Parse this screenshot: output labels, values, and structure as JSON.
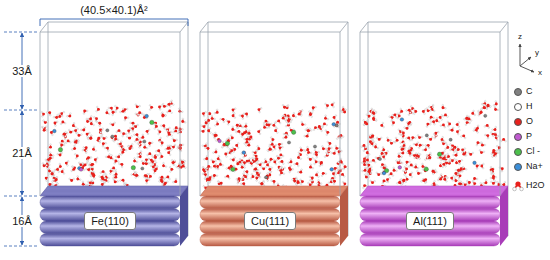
{
  "diagram": {
    "nodes": [
      {
        "text": [
          "Fe(110)"
        ]
      },
      {
        "text": [
          "Cu(111)"
        ]
      },
      {
        "text": [
          "Al(111)"
        ]
      }
    ],
    "labels": [
      "(40.5×40.1)Å²",
      "33Å",
      "21Å",
      "16Å",
      "z",
      "y",
      "x"
    ],
    "legend": [
      {
        "text": "C",
        "color": "#808080"
      },
      {
        "text": "H",
        "color": "#ffffff"
      },
      {
        "text": "O",
        "color": "#e8201c"
      },
      {
        "text": "P",
        "color": "#c05ad0"
      },
      {
        "text": "Cl -",
        "color": "#4cc04c"
      },
      {
        "text": "Na+",
        "color": "#3b8fd9"
      },
      {
        "text": "H2O"
      }
    ]
  }
}
